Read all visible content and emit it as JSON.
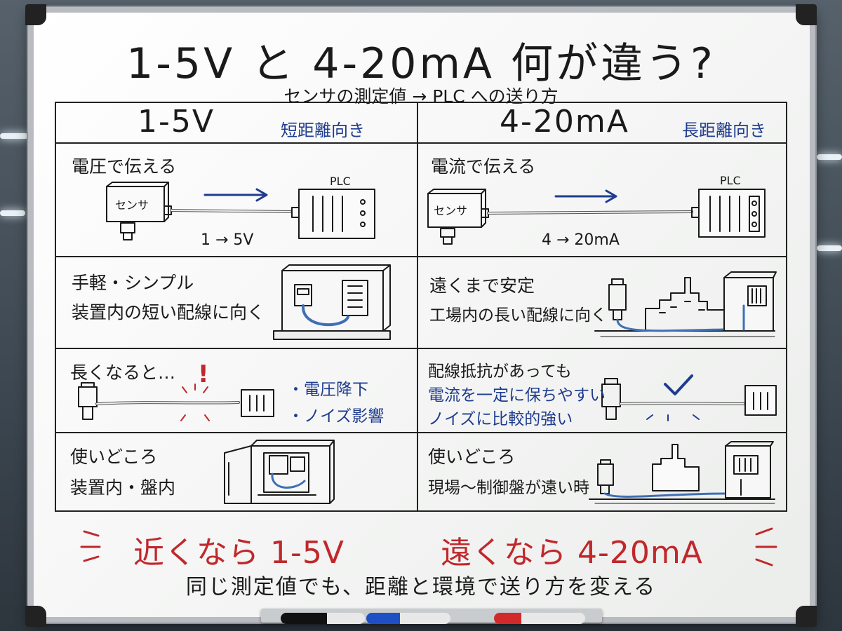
{
  "header": {
    "title": "1-5V と 4-20mA 何が違う?",
    "subtitle": "センサの測定値 → PLC への送り方"
  },
  "left": {
    "heading": "1-5V",
    "tag": "短距離向き",
    "row1": {
      "label": "電圧で伝える",
      "sensor": "センサ",
      "plc": "PLC",
      "flow": "1 → 5V"
    },
    "row2": {
      "line1": "手軽・シンプル",
      "line2": "装置内の短い配線に向く"
    },
    "row3": {
      "label": "長くなると…",
      "alert": "!",
      "bullet1": "・電圧降下",
      "bullet2": "・ノイズ影響"
    },
    "row4": {
      "line1": "使いどころ",
      "line2": "装置内・盤内"
    }
  },
  "right": {
    "heading": "4-20mA",
    "tag": "長距離向き",
    "row1": {
      "label": "電流で伝える",
      "sensor": "センサ",
      "plc": "PLC",
      "flow": "4 → 20mA"
    },
    "row2": {
      "line1": "遠くまで安定",
      "line2": "工場内の長い配線に向く"
    },
    "row3": {
      "line1": "配線抵抗があっても",
      "line2": "電流を一定に保ちやすい",
      "line3": "ノイズに比較的強い"
    },
    "row4": {
      "line1": "使いどころ",
      "line2": "現場～制御盤が遠い時"
    }
  },
  "summary": {
    "near": "近くなら 1-5V",
    "far": "遠くなら 4-20mA",
    "note": "同じ測定値でも、距離と環境で送り方を変える"
  },
  "colors": {
    "ink": "#1a1a1a",
    "blue": "#1f3c8f",
    "red": "#c0282b",
    "cable": "#3f6fb5"
  }
}
